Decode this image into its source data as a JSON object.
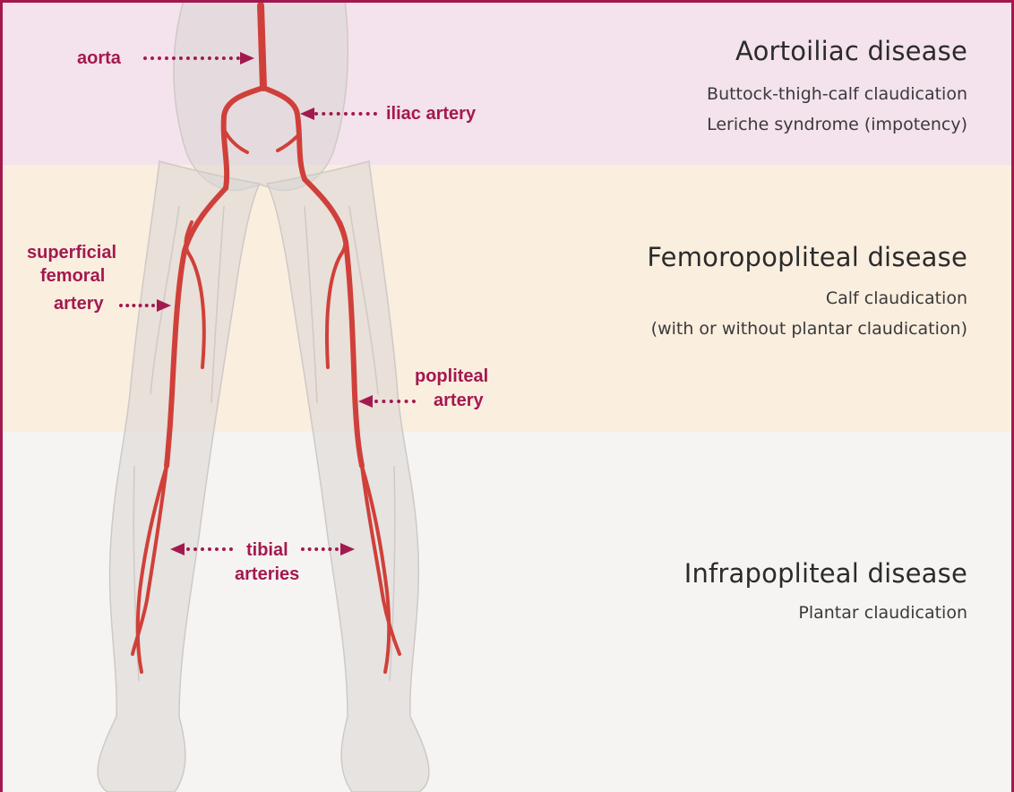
{
  "regions": {
    "aortoiliac": {
      "title": "Aortoiliac disease",
      "line1": "Buttock-thigh-calf claudication",
      "line2": "Leriche syndrome (impotency)"
    },
    "femoropopliteal": {
      "title": "Femoropopliteal disease",
      "line1": "Calf claudication",
      "line2": "(with or without plantar claudication)"
    },
    "infrapopliteal": {
      "title": "Infrapopliteal disease",
      "line1": "Plantar claudication"
    }
  },
  "labels": {
    "aorta": "aorta",
    "iliac": "iliac artery",
    "sfa_line1": "superficial",
    "sfa_line2": "femoral",
    "sfa_line3": "artery",
    "popliteal_line1": "popliteal",
    "popliteal_line2": "artery",
    "tibial_line1": "tibial",
    "tibial_line2": "arteries"
  },
  "colors": {
    "accent": "#a3194f",
    "artery": "#d0403a",
    "band_aortoiliac": "#f4e2ec",
    "band_femoropopliteal": "#faeedf",
    "band_infrapopliteal": "#f6f4f2"
  }
}
